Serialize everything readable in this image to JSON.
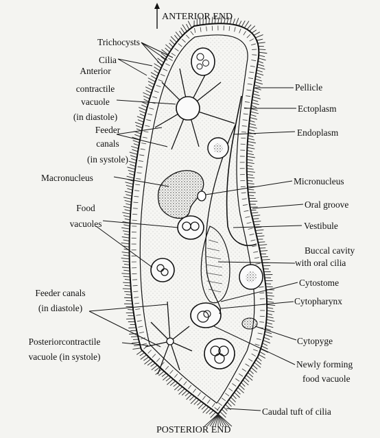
{
  "figure": {
    "top_title": "ANTERIOR END",
    "bottom_title": "POSTERIOR END"
  },
  "labels_left": {
    "trichocysts": "Trichocysts",
    "cilia": "Cilia",
    "anterior_cv_1": "Anterior",
    "anterior_cv_2": "contractile",
    "anterior_cv_3": "vacuole",
    "anterior_cv_4": "(in diastole)",
    "feeder_1": "Feeder",
    "feeder_2": "canals",
    "feeder_3": "(in systole)",
    "macronucleus": "Macronucleus",
    "food_1": "Food",
    "food_2": "vacuoles",
    "feeder_d_1": "Feeder canals",
    "feeder_d_2": "(in diastole)",
    "posterior_cv_1": "Posteriorcontractile",
    "posterior_cv_2": "vacuole (in systole)"
  },
  "labels_right": {
    "pellicle": "Pellicle",
    "ectoplasm": "Ectoplasm",
    "endoplasm": "Endoplasm",
    "micronucleus": "Micronucleus",
    "oral_groove": "Oral groove",
    "vestibule": "Vestibule",
    "buccal_1": "Buccal cavity",
    "buccal_2": "with oral cilia",
    "cytostome": "Cytostome",
    "cytopharynx": "Cytopharynx",
    "cytopyge": "Cytopyge",
    "newly_1": "Newly forming",
    "newly_2": "food vacuole",
    "caudal": "Caudal tuft of cilia"
  }
}
